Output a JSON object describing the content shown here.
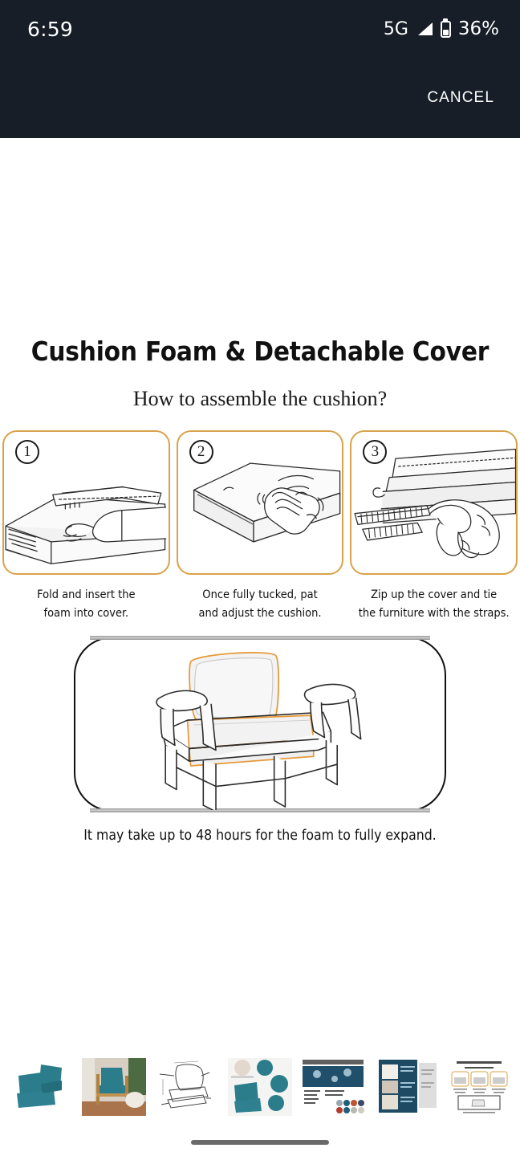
{
  "status_bar": {
    "time": "6:59",
    "network": "5G",
    "battery_pct": "36%",
    "signal_icon": "signal-bars-icon",
    "battery_icon": "battery-icon"
  },
  "topbar": {
    "cancel_label": "CANCEL",
    "background": "#171e27",
    "text_color": "#ffffff"
  },
  "document": {
    "title": "Cushion Foam & Detachable Cover",
    "subtitle": "How to assemble the cushion?",
    "accent_color": "#d9a24a",
    "steps": [
      {
        "number": "①",
        "number_plain": "1",
        "caption_line1": "Fold and insert the",
        "caption_line2": "foam into cover.",
        "art": "hands-inserting-foam-illustration"
      },
      {
        "number": "②",
        "number_plain": "2",
        "caption_line1": "Once fully tucked, pat",
        "caption_line2": "and adjust the cushion.",
        "art": "hand-patting-cushion-illustration"
      },
      {
        "number": "③",
        "number_plain": "3",
        "caption_line1": "Zip up the cover and tie",
        "caption_line2": "the furniture with the straps.",
        "art": "hand-zipping-cover-illustration"
      }
    ],
    "chair_panel": {
      "art": "armchair-with-cushions-illustration"
    },
    "expand_note": "It may take up to 48 hours for the foam to fully expand."
  },
  "thumbnails": {
    "selected_index": 6,
    "items": [
      {
        "label": "teal-cushion-set-photo",
        "kind": "product"
      },
      {
        "label": "chair-with-cushion-lifestyle-photo",
        "kind": "lifestyle"
      },
      {
        "label": "cushion-dimensions-line-drawing",
        "kind": "diagram"
      },
      {
        "label": "cushion-features-collage",
        "kind": "features"
      },
      {
        "label": "water-resistant-fabric-swatches",
        "kind": "swatches"
      },
      {
        "label": "why-localive-infographic",
        "kind": "infographic"
      },
      {
        "label": "cushion-foam-detachable-cover-instructions",
        "kind": "instructions"
      }
    ]
  },
  "navigation": {
    "home_indicator": "home-indicator"
  }
}
